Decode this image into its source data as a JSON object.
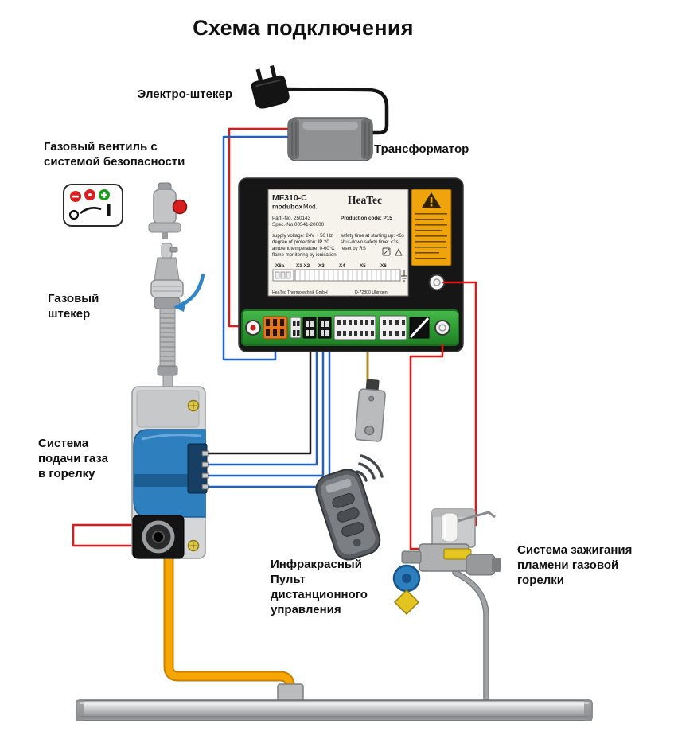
{
  "title": "Схема подключения",
  "labels": {
    "electro_plug": "Электро-штекер",
    "transformer": "Трансформатор",
    "gas_valve_lines": [
      "Газовый вентиль с",
      "системой безопасности"
    ],
    "gas_plug_lines": [
      "Газовый",
      "штекер"
    ],
    "gas_supply_lines": [
      "Система",
      "подачи газа",
      "в горелку"
    ],
    "remote_lines": [
      "Инфракрасный",
      "Пульт",
      "дистанционного",
      "управления"
    ],
    "ignition_lines": [
      "Система зажигания",
      "пламени газовой",
      "горелки"
    ]
  },
  "control_unit": {
    "model": "MF310-C",
    "series": "modubox",
    "mod_label": "Mod.",
    "brand": "HeaTec",
    "part_no": "Part.-No. 250143",
    "spec_no": "Spec.-No.00541-20000",
    "production_code": "Production code: P15",
    "specs_left": [
      "supply voltage: 24V ~ 50 Hz",
      "degree of protection: IP 20",
      "ambient temperature: 0-60°C",
      "flame monitoring by ionisation"
    ],
    "specs_right": [
      "safety time at starting up: <6s",
      "shut-down safety time: <3s",
      "reset by RS"
    ],
    "terminal_labels": [
      "X6a",
      "X1 X2",
      "X3",
      "X4",
      "X5",
      "X6"
    ],
    "footer_left": "HeaTec Thermotechnik GmbH",
    "footer_right": "D-72800 Uhingen"
  },
  "colors": {
    "wire_red": "#e01818",
    "wire_blue": "#2060c0",
    "wire_black": "#1a1a1a",
    "wire_gray": "#a0a4a7",
    "wire_yellow": "#b08a28",
    "pipe_orange": "#f7a600",
    "strip_green": "#2f9e33",
    "warning_label_orange": "#efa40c",
    "pump_blue": "#2e7fbe"
  }
}
